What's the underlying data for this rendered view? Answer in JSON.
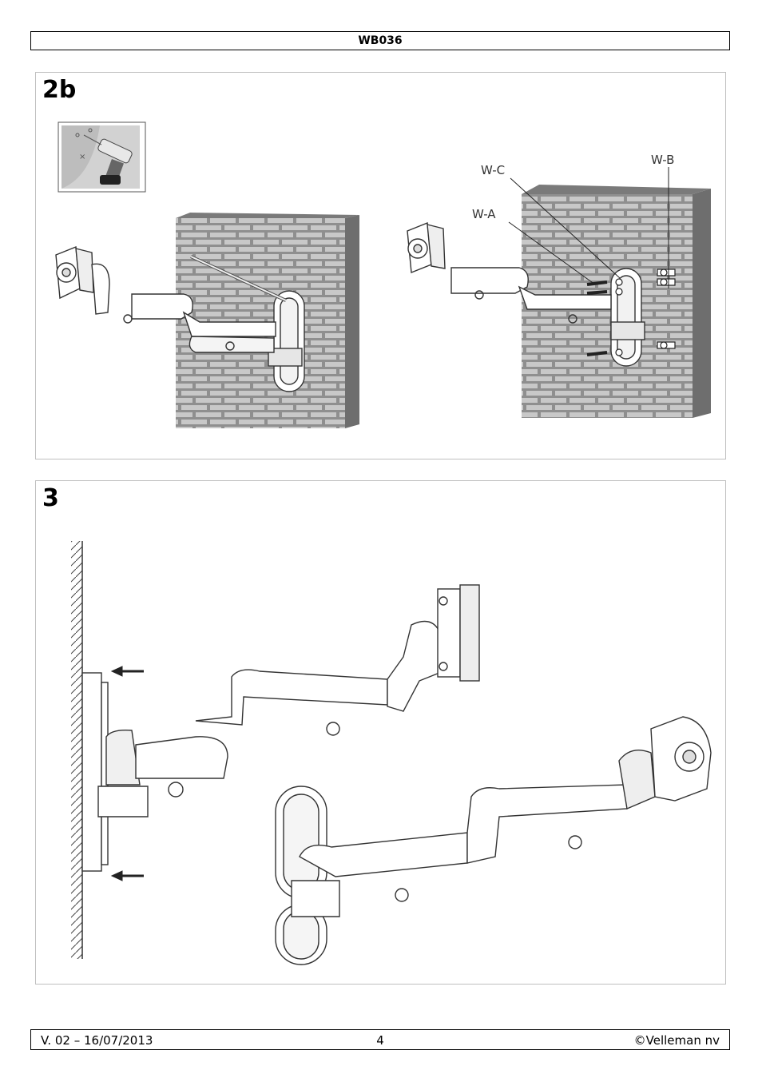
{
  "header": {
    "title": "WB036"
  },
  "figure_2b": {
    "step_label": "2b",
    "callouts": {
      "wc": "W-C",
      "wb": "W-B",
      "wa": "W-A"
    }
  },
  "figure_3": {
    "step_label": "3"
  },
  "footer": {
    "version": "V. 02 – 16/07/2013",
    "page_number": "4",
    "copyright": "©Velleman nv"
  }
}
